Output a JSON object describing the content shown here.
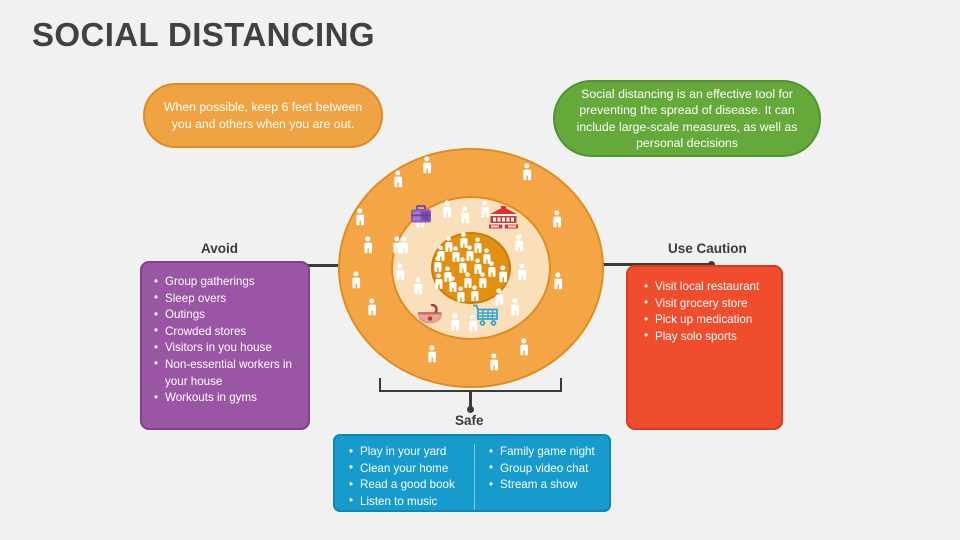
{
  "page_title": "SOCIAL DISTANCING",
  "callouts": {
    "distance": "When possible, keep 6 feet between you and others when you are out.",
    "tool": "Social distancing is an effective tool for preventing the spread of disease. It can include large-scale measures, as well as personal decisions"
  },
  "labels": {
    "avoid": "Avoid",
    "caution": "Use Caution",
    "safe": "Safe"
  },
  "avoid_items": [
    "Group gatherings",
    "Sleep overs",
    "Outings",
    "Crowded stores",
    "Visitors in you house",
    "Non-essential workers in your house",
    "Workouts in gyms"
  ],
  "caution_items": [
    "Visit local restaurant",
    "Visit grocery store",
    "Pick up medication",
    "Play solo sports"
  ],
  "safe_items_left": [
    "Play in your yard",
    "Clean your home",
    "Read a good book",
    "Listen to music"
  ],
  "safe_items_right": [
    "Family game night",
    "Group video chat",
    "Stream a show"
  ],
  "diagram": {
    "rings": [
      {
        "name": "outer-ring",
        "color": "#F4A646",
        "meaning": "Safe"
      },
      {
        "name": "middle-ring",
        "color": "#FADFBB",
        "meaning": "Use Caution"
      },
      {
        "name": "inner-ring",
        "color": "#E2900F",
        "meaning": "Avoid"
      }
    ],
    "icons": [
      {
        "name": "briefcase-icon",
        "color": "#7C4BA8"
      },
      {
        "name": "school-building-icon",
        "color": "#D8342B"
      },
      {
        "name": "restaurant-bowl-icon",
        "color": "#D86B5E"
      },
      {
        "name": "shopping-cart-icon",
        "color": "#2FA7D4"
      }
    ],
    "person_counts": {
      "outer_ring": 14,
      "middle_ring": 13,
      "inner_ring": 18
    }
  },
  "colors": {
    "background": "#F1F1F1",
    "title": "#414141",
    "orange_callout": "#F0A343",
    "green_callout": "#66A93B",
    "purple_box": "#9A56A4",
    "red_box": "#EF4D2D",
    "blue_box": "#169BCC",
    "connector": "#3B3B3B"
  }
}
